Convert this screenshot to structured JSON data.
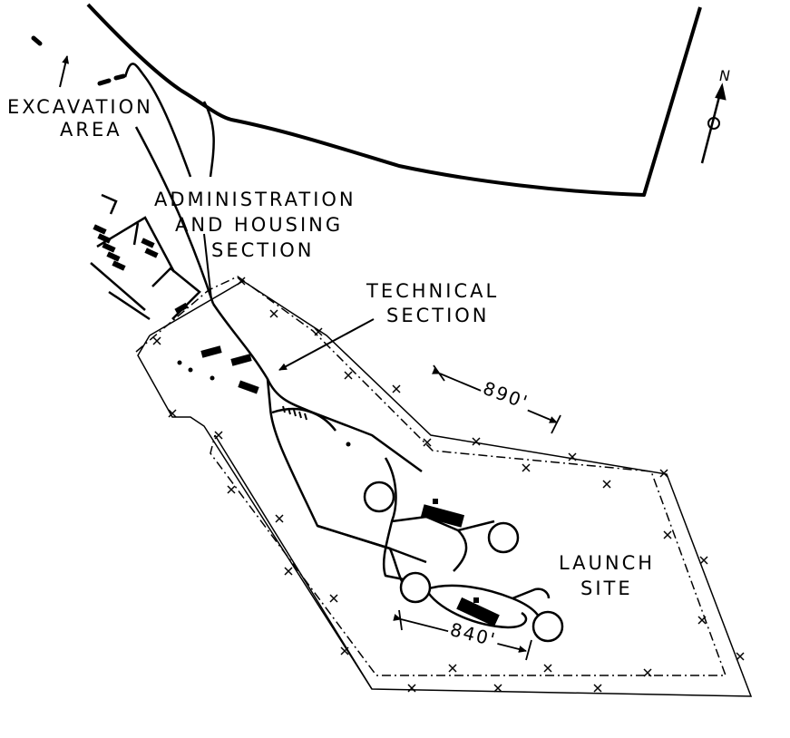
{
  "labels": {
    "excavation_line1": "EXCAVATION",
    "excavation_line2": "AREA",
    "admin_line1": "ADMINISTRATION",
    "admin_line2": "AND HOUSING",
    "admin_line3": "SECTION",
    "technical_line1": "TECHNICAL",
    "technical_line2": "SECTION",
    "launch_line1": "LAUNCH",
    "launch_line2": "SITE"
  },
  "dimensions": {
    "upper": "890'",
    "lower": "840'"
  },
  "north": {
    "letter": "N",
    "icon": "north-arrow-icon"
  },
  "colors": {
    "ink": "#000000",
    "paper": "#ffffff"
  }
}
